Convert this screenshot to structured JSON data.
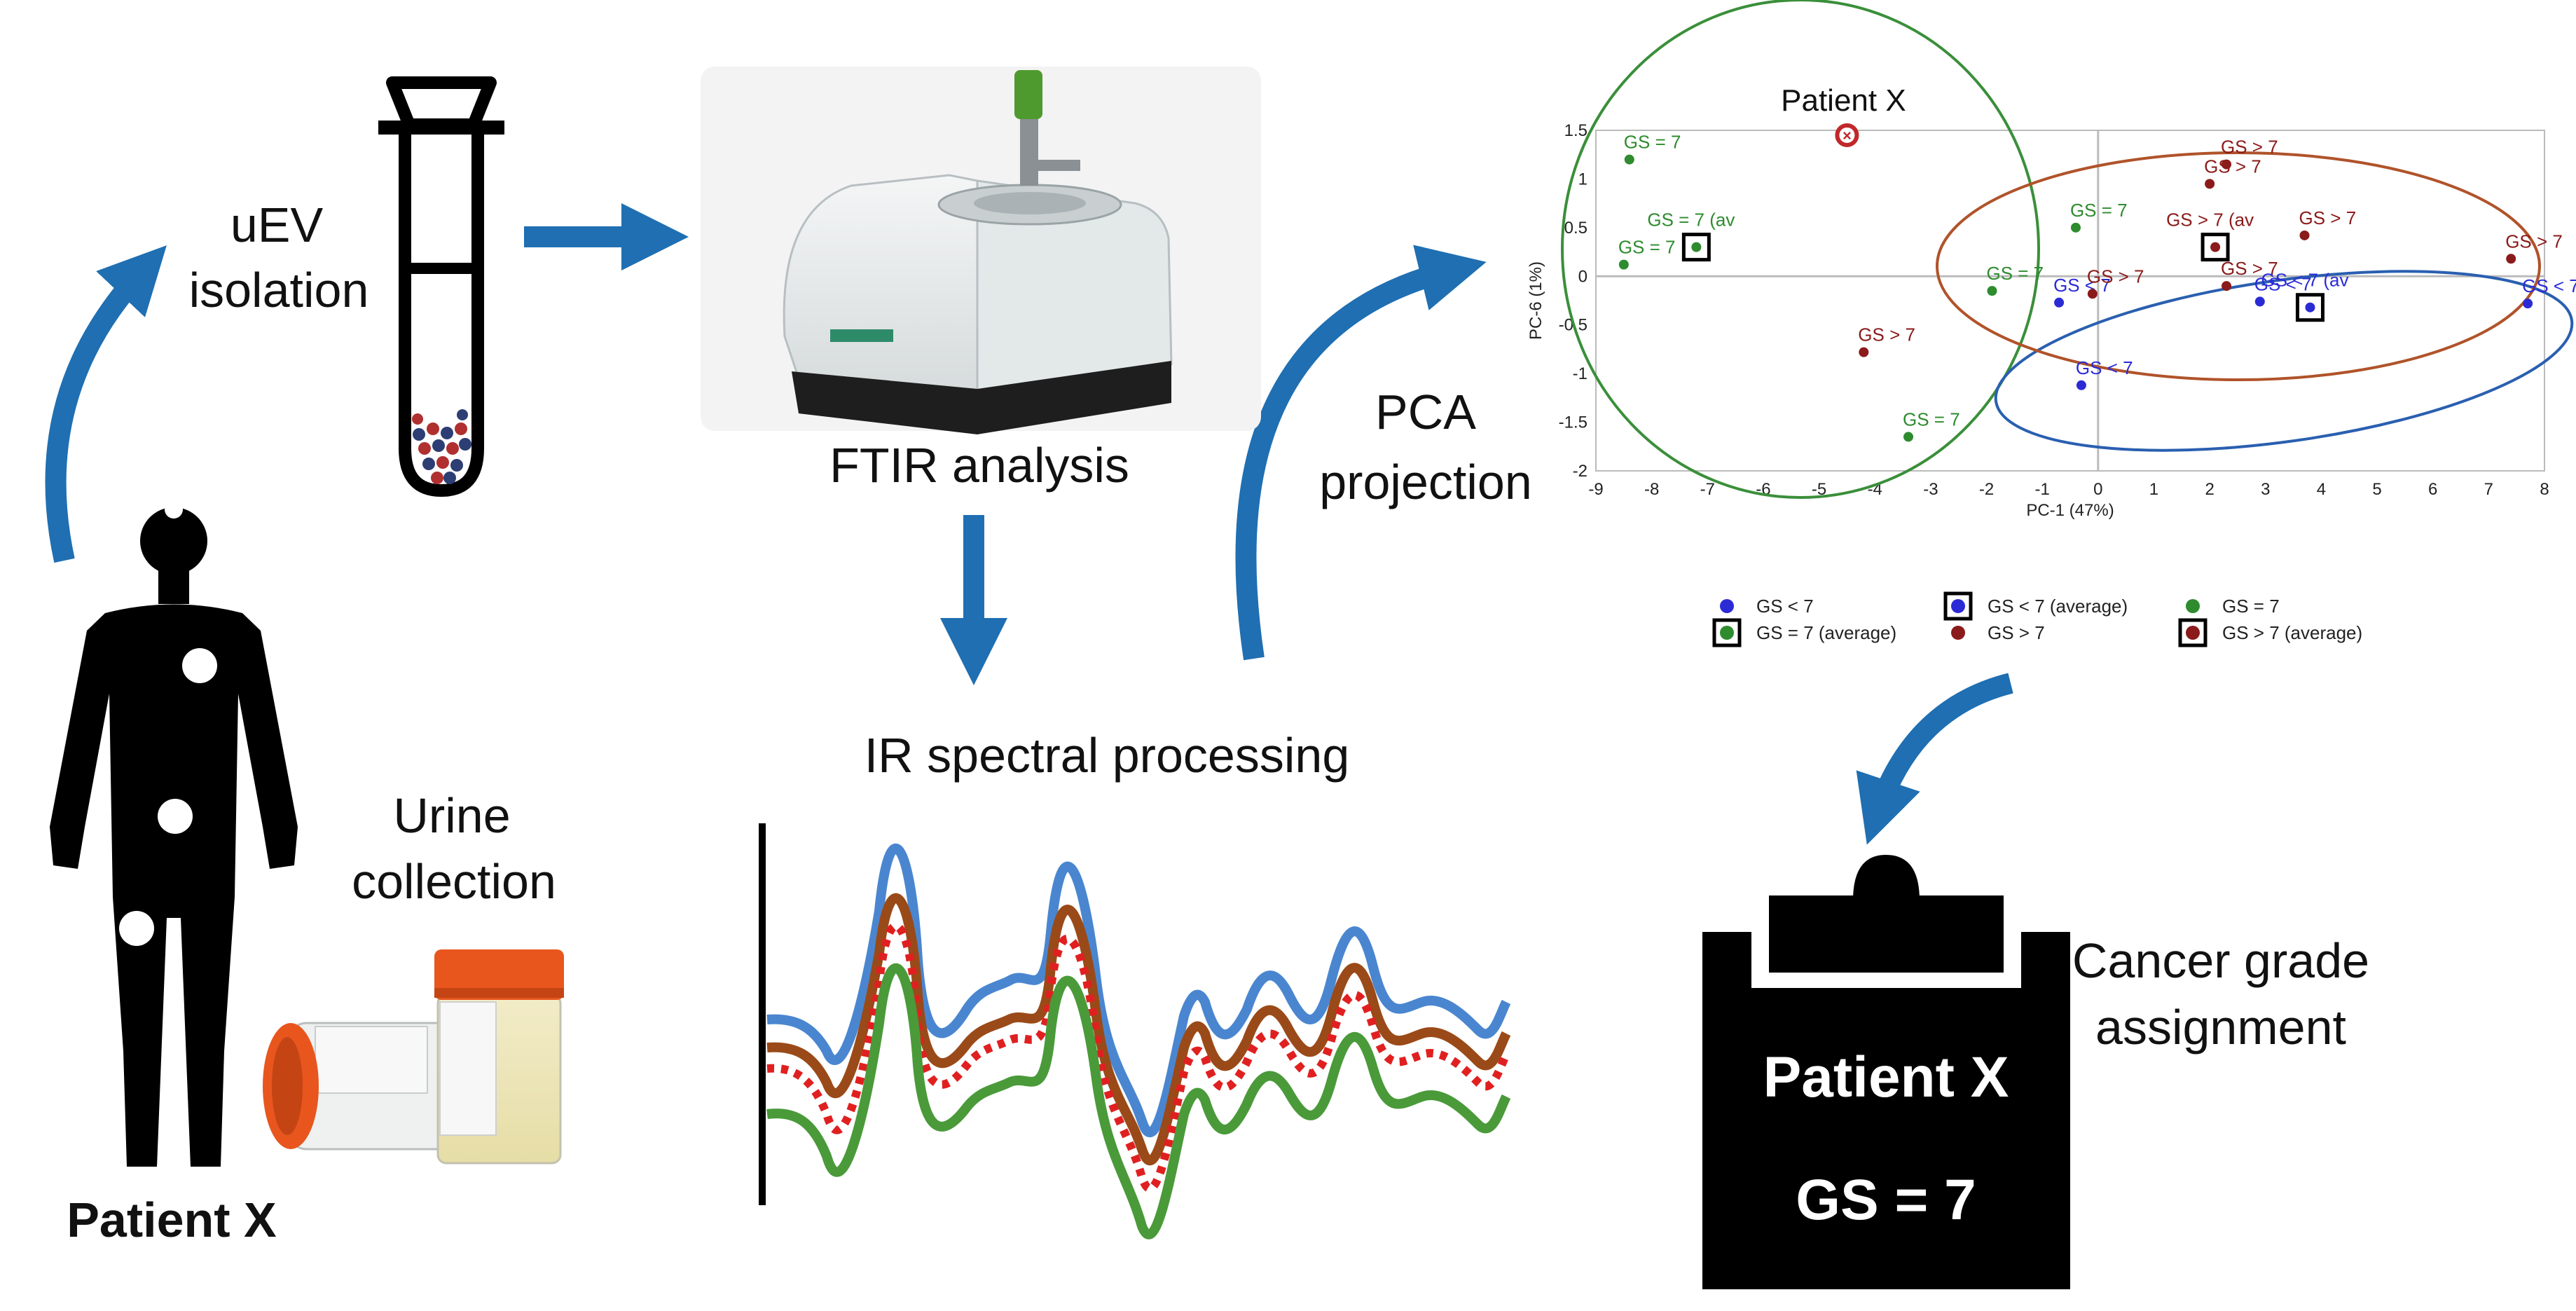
{
  "labels": {
    "uev_line1": "uEV",
    "uev_line2": "isolation",
    "ftir": "FTIR analysis",
    "pca_line1": "PCA",
    "pca_line2": "projection",
    "ir": "IR spectral processing",
    "urine_line1": "Urine",
    "urine_line2": "collection",
    "patient": "Patient X",
    "cancer_line1": "Cancer grade",
    "cancer_line2": "assignment",
    "board_patient": "Patient X",
    "board_gs": "GS = 7"
  },
  "colors": {
    "arrow": "#1f6fb2",
    "gs_lt7": "#2b2bd6",
    "gs_eq7": "#2e8b2e",
    "gs_gt7": "#8b1a1a",
    "ellipse_green": "#3a8f3a",
    "ellipse_blue": "#2a5fb0",
    "ellipse_brown": "#b0532a",
    "spec_blue": "#4a86d0",
    "spec_brown": "#9a4a18",
    "spec_red": "#e02020",
    "spec_green": "#4a9a3a"
  },
  "chart_data": {
    "type": "scatter",
    "xlabel": "PC-1 (47%)",
    "ylabel": "PC-6 (1%)",
    "xlim": [
      -9,
      8
    ],
    "ylim": [
      -2,
      1.5
    ],
    "xticks": [
      -9,
      -8,
      -7,
      -6,
      -5,
      -4,
      -3,
      -2,
      -1,
      0,
      1,
      2,
      3,
      4,
      5,
      6,
      7,
      8
    ],
    "yticks": [
      -2,
      -1.5,
      -1,
      -0.5,
      0,
      0.5,
      1,
      1.5
    ],
    "annotation": {
      "text": "Patient X",
      "x": -4.5,
      "y": 1.45
    },
    "series": [
      {
        "key": "gs_lt7",
        "points": [
          {
            "x": -0.7,
            "y": -0.27,
            "label": "GS < 7"
          },
          {
            "x": -0.3,
            "y": -1.12,
            "label": "GS < 7"
          },
          {
            "x": 2.9,
            "y": -0.26,
            "label": "GS < 7"
          },
          {
            "x": 7.7,
            "y": -0.28,
            "label": "GS < 7"
          }
        ]
      },
      {
        "key": "gs_eq7",
        "points": [
          {
            "x": -8.4,
            "y": 1.2,
            "label": "GS = 7"
          },
          {
            "x": -8.5,
            "y": 0.12,
            "label": "GS = 7"
          },
          {
            "x": -0.4,
            "y": 0.5,
            "label": "GS = 7"
          },
          {
            "x": -1.9,
            "y": -0.15,
            "label": "GS = 7"
          },
          {
            "x": -3.4,
            "y": -1.65,
            "label": "GS = 7"
          }
        ]
      },
      {
        "key": "gs_gt7",
        "points": [
          {
            "x": 2.3,
            "y": 1.15,
            "label": "GS > 7"
          },
          {
            "x": 2.0,
            "y": 0.95,
            "label": "GS > 7"
          },
          {
            "x": 3.7,
            "y": 0.42,
            "label": "GS > 7"
          },
          {
            "x": 2.3,
            "y": -0.1,
            "label": "GS > 7"
          },
          {
            "x": -0.1,
            "y": -0.18,
            "label": "GS > 7"
          },
          {
            "x": -4.2,
            "y": -0.78,
            "label": "GS > 7"
          },
          {
            "x": 7.4,
            "y": 0.18,
            "label": "GS > 7"
          }
        ]
      }
    ],
    "averages": [
      {
        "key": "gs_eq7",
        "x": -7.2,
        "y": 0.3,
        "label": "GS = 7 (av"
      },
      {
        "key": "gs_gt7",
        "x": 2.1,
        "y": 0.3,
        "label": "GS > 7 (av"
      },
      {
        "key": "gs_lt7",
        "x": 3.8,
        "y": -0.32,
        "label": "GS < 7 (av"
      }
    ],
    "legend": {
      "placement": "bottom",
      "entries": [
        {
          "key": "gs_lt7",
          "avg": false,
          "text": "GS < 7"
        },
        {
          "key": "gs_lt7",
          "avg": true,
          "text": "GS < 7 (average)"
        },
        {
          "key": "gs_eq7",
          "avg": false,
          "text": "GS = 7"
        },
        {
          "key": "gs_eq7",
          "avg": true,
          "text": "GS = 7 (average)"
        },
        {
          "key": "gs_gt7",
          "avg": false,
          "text": "GS > 7"
        },
        {
          "key": "gs_gt7",
          "avg": true,
          "text": "GS > 7 (average)"
        }
      ]
    }
  }
}
